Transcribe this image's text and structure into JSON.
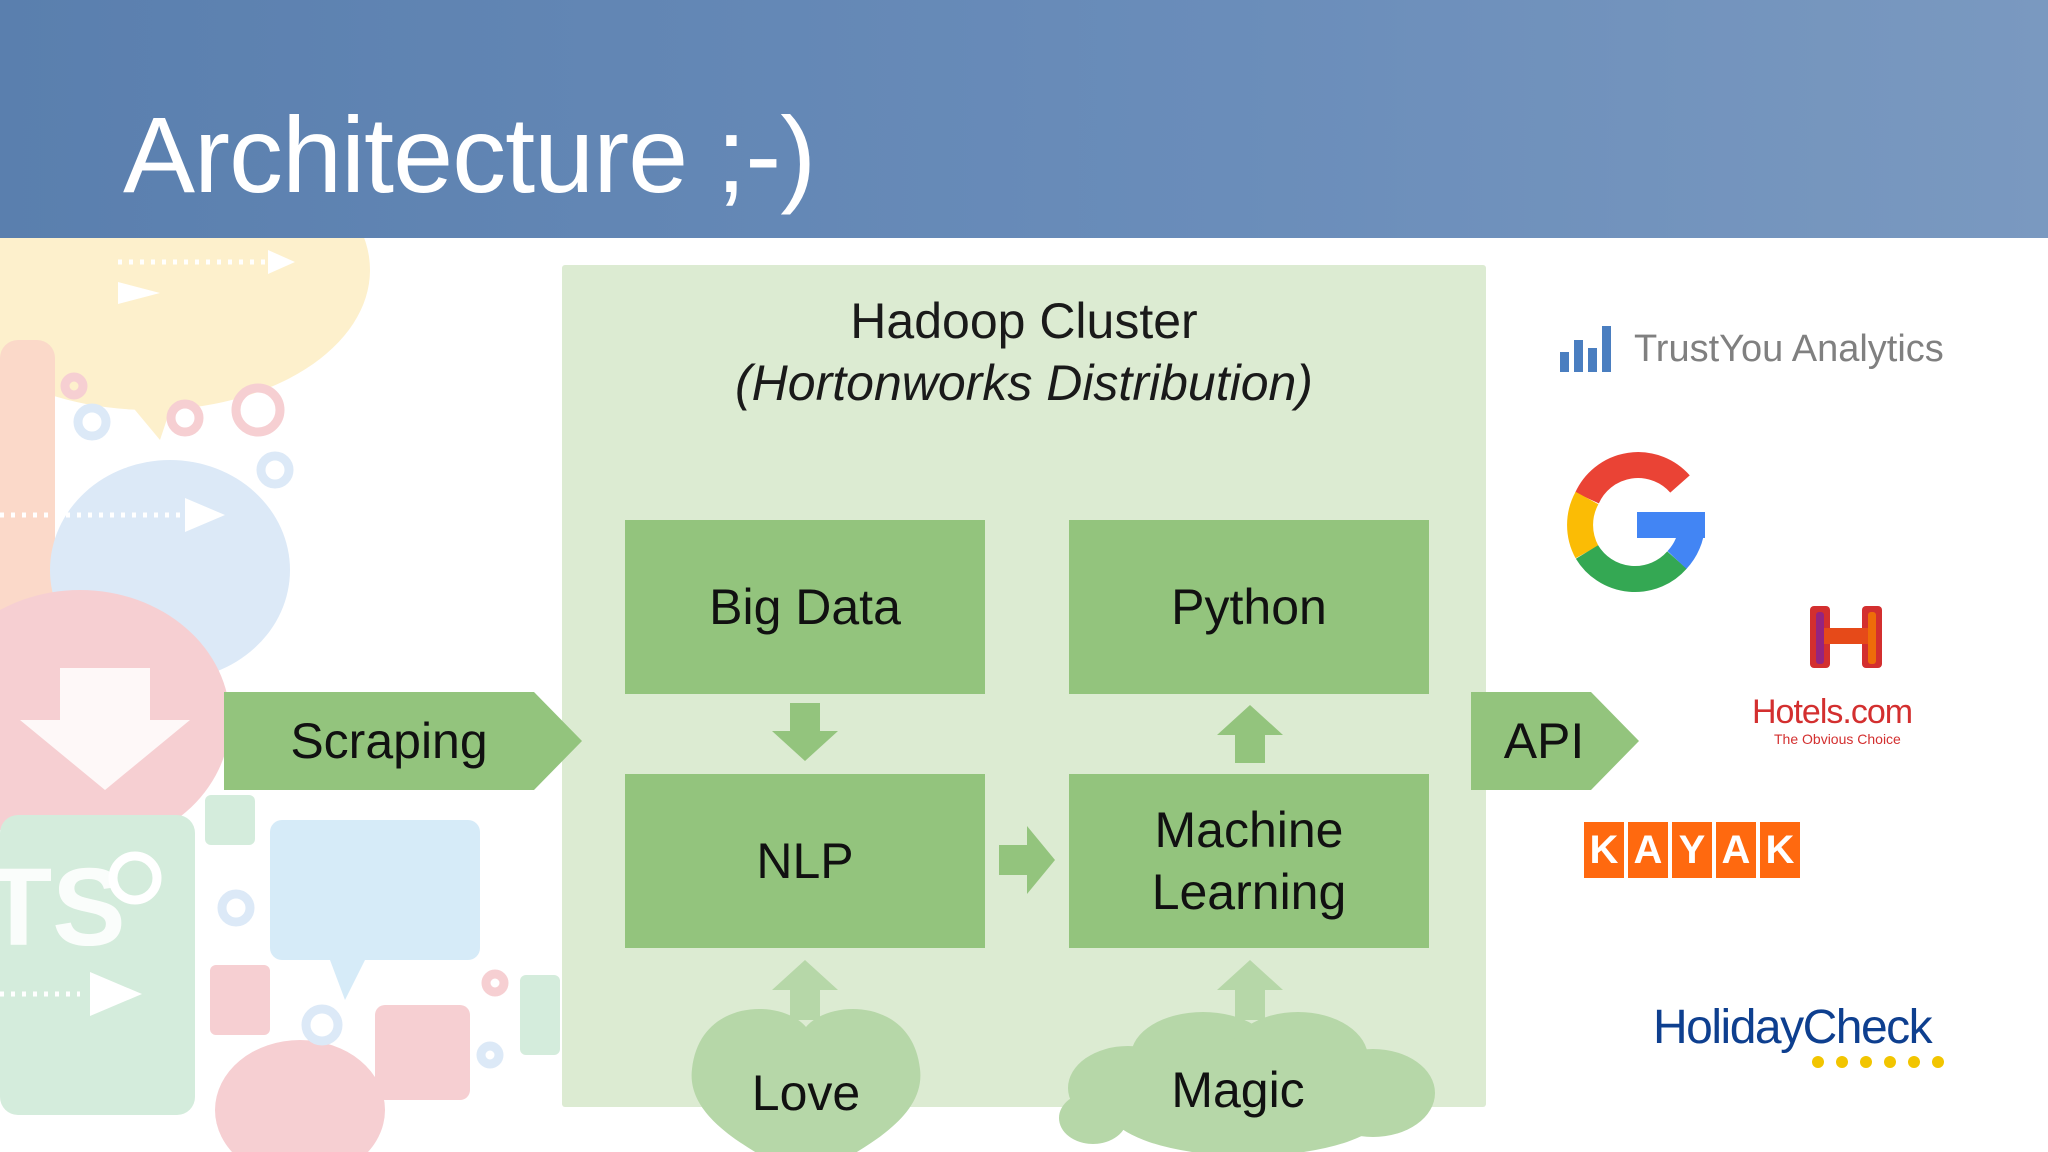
{
  "slide": {
    "title": "Architecture ;-)"
  },
  "cluster": {
    "title": "Hadoop Cluster",
    "subtitle": "(Hortonworks Distribution)"
  },
  "boxes": {
    "big_data": "Big Data",
    "python": "Python",
    "nlp": "NLP",
    "machine_learning": "Machine Learning"
  },
  "arrows": {
    "scraping": "Scraping",
    "api": "API"
  },
  "shapes": {
    "love": "Love",
    "magic": "Magic"
  },
  "logos": {
    "trustyou": "TrustYou Analytics",
    "hotels": "Hotels.com",
    "hotels_tagline": "The Obvious Choice",
    "kayak_letters": [
      "K",
      "A",
      "Y",
      "A",
      "K"
    ],
    "holidaycheck": "HolidayCheck"
  },
  "colors": {
    "header": "#5a7fae",
    "cluster": "#dcebd2",
    "box": "#93c47d",
    "arrow": "#93c47d",
    "shape": "#b6d7a8",
    "kayak": "#ff690f",
    "hotels_red": "#d32f2f",
    "holidaycheck": "#0e3f8f"
  }
}
